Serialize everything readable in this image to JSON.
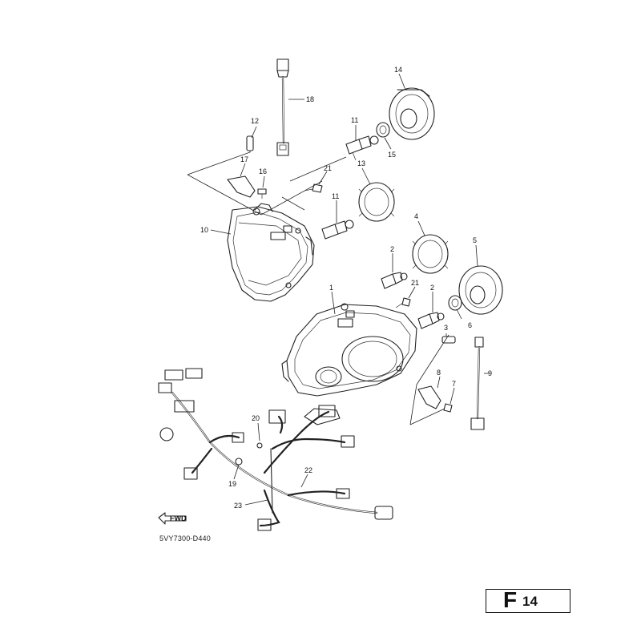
{
  "diagram": {
    "drawing_code": "5VY7300-D440",
    "page_letter": "F",
    "page_number": "14",
    "fwd_label": "FWD",
    "callouts": [
      {
        "id": "c1",
        "label": "1"
      },
      {
        "id": "c2a",
        "label": "2"
      },
      {
        "id": "c2b",
        "label": "2"
      },
      {
        "id": "c3",
        "label": "3"
      },
      {
        "id": "c4",
        "label": "4"
      },
      {
        "id": "c5",
        "label": "5"
      },
      {
        "id": "c6",
        "label": "6"
      },
      {
        "id": "c7",
        "label": "7"
      },
      {
        "id": "c8",
        "label": "8"
      },
      {
        "id": "c9",
        "label": "9"
      },
      {
        "id": "c10",
        "label": "10"
      },
      {
        "id": "c11a",
        "label": "11"
      },
      {
        "id": "c11b",
        "label": "11"
      },
      {
        "id": "c12",
        "label": "12"
      },
      {
        "id": "c13",
        "label": "13"
      },
      {
        "id": "c14",
        "label": "14"
      },
      {
        "id": "c15",
        "label": "15"
      },
      {
        "id": "c16",
        "label": "16"
      },
      {
        "id": "c17",
        "label": "17"
      },
      {
        "id": "c18",
        "label": "18"
      },
      {
        "id": "c19",
        "label": "19"
      },
      {
        "id": "c20",
        "label": "20"
      },
      {
        "id": "c21a",
        "label": "21"
      },
      {
        "id": "c21b",
        "label": "21"
      },
      {
        "id": "c22",
        "label": "22"
      },
      {
        "id": "c23",
        "label": "23"
      }
    ]
  }
}
